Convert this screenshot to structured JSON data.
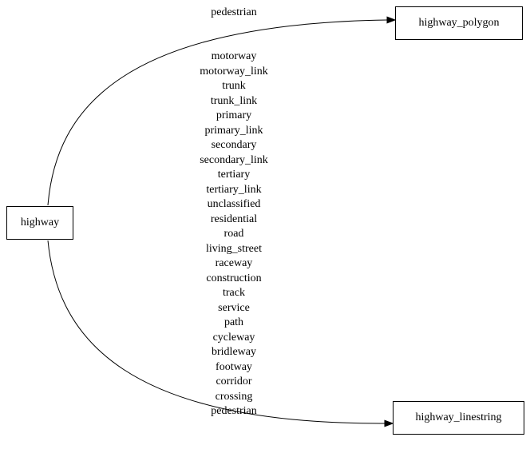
{
  "diagram": {
    "nodes": {
      "highway": {
        "label": "highway"
      },
      "highway_polygon": {
        "label": "highway_polygon"
      },
      "highway_linestring": {
        "label": "highway_linestring"
      }
    },
    "edges": {
      "to_polygon": {
        "from": "highway",
        "to": "highway_polygon",
        "label": "pedestrian"
      },
      "to_linestring": {
        "from": "highway",
        "to": "highway_linestring",
        "label_lines": [
          "motorway",
          "motorway_link",
          "trunk",
          "trunk_link",
          "primary",
          "primary_link",
          "secondary",
          "secondary_link",
          "tertiary",
          "tertiary_link",
          "unclassified",
          "residential",
          "road",
          "living_street",
          "raceway",
          "construction",
          "track",
          "service",
          "path",
          "cycleway",
          "bridleway",
          "footway",
          "corridor",
          "crossing",
          "pedestrian"
        ]
      }
    },
    "colors": {
      "stroke": "#000000",
      "node_fill": "#ffffff",
      "background": "#ffffff"
    }
  }
}
